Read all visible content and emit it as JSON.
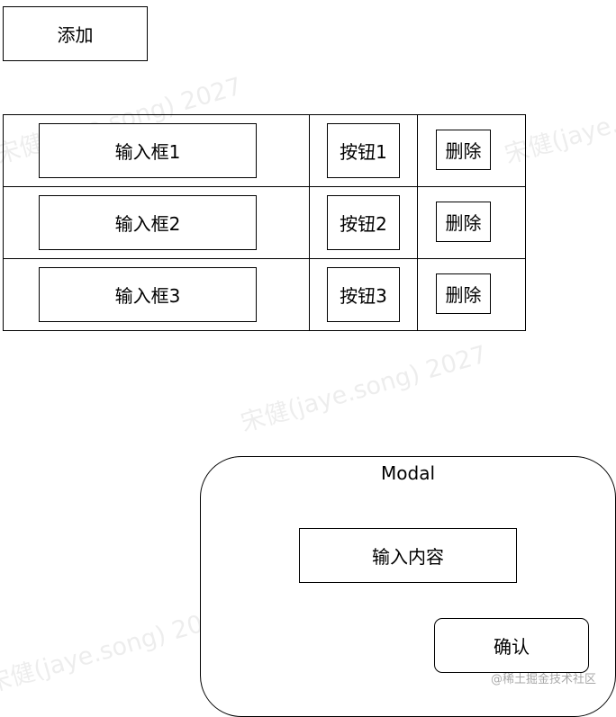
{
  "add_button": {
    "label": "添加"
  },
  "rows": [
    {
      "input": "输入框1",
      "button": "按钮1",
      "delete": "删除"
    },
    {
      "input": "输入框2",
      "button": "按钮2",
      "delete": "删除"
    },
    {
      "input": "输入框3",
      "button": "按钮3",
      "delete": "删除"
    }
  ],
  "modal": {
    "title": "Modal",
    "input": "输入内容",
    "confirm": "确认"
  },
  "watermark": "宋健(jaye.song) 2027",
  "credit": "@稀土掘金技术社区"
}
